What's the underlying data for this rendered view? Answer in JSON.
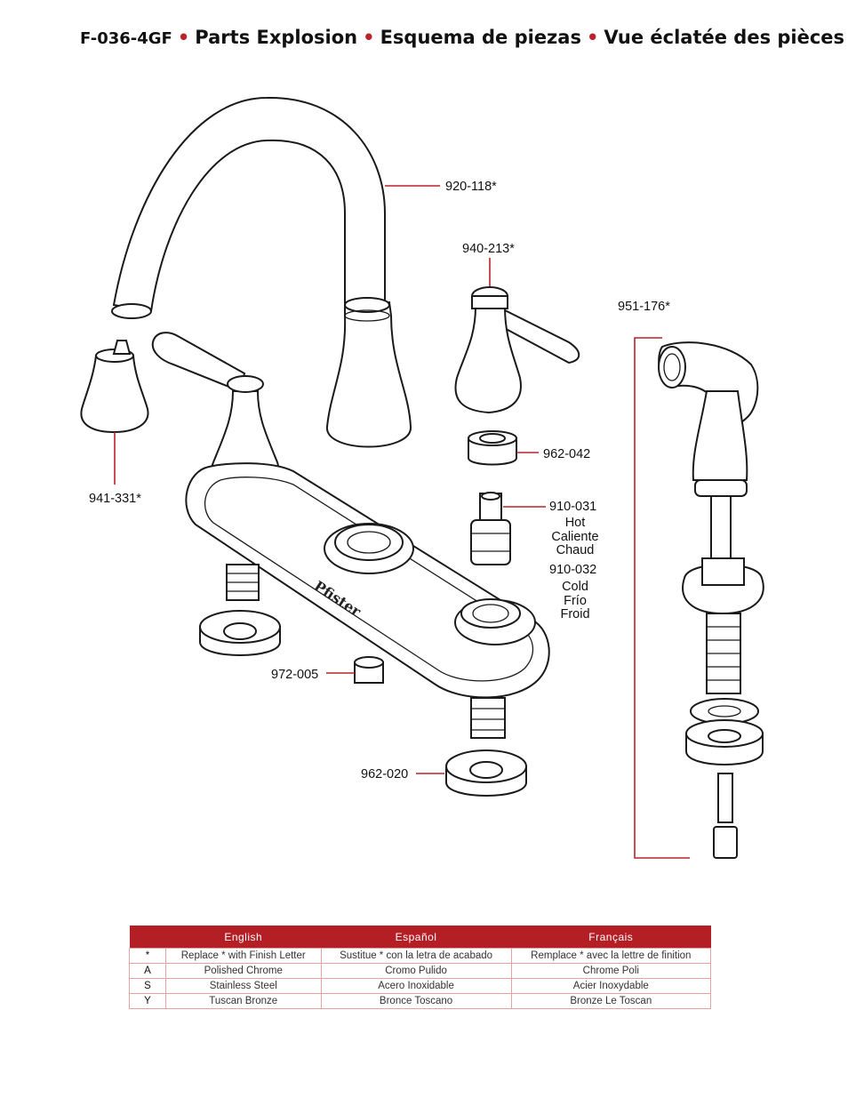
{
  "header": {
    "model": "F-036-4GF",
    "title_en": "Parts Explosion",
    "title_es": "Esquema de piezas",
    "title_fr": "Vue éclatée des pièces"
  },
  "parts": {
    "spout": "920-118*",
    "handle_right": "940-213*",
    "spray": "951-176*",
    "handle_left": "941-331*",
    "adapter": "962-042",
    "cartridge_hot": "910-031",
    "hot_en": "Hot",
    "hot_es": "Caliente",
    "hot_fr": "Chaud",
    "cartridge_cold": "910-032",
    "cold_en": "Cold",
    "cold_es": "Frío",
    "cold_fr": "Froid",
    "nut": "972-005",
    "mount_nut": "962-020"
  },
  "brand_mark": "Pfister",
  "finish_table": {
    "headers": [
      "",
      "English",
      "Español",
      "Français"
    ],
    "rows": [
      {
        "code": "*",
        "en": "Replace * with Finish Letter",
        "es": "Sustitue * con la letra de acabado",
        "fr": "Remplace * avec la lettre de finition"
      },
      {
        "code": "A",
        "en": "Polished Chrome",
        "es": "Cromo Pulido",
        "fr": "Chrome Poli"
      },
      {
        "code": "S",
        "en": "Stainless Steel",
        "es": "Acero Inoxidable",
        "fr": "Acier Inoxydable"
      },
      {
        "code": "Y",
        "en": "Tuscan Bronze",
        "es": "Bronce Toscano",
        "fr": "Bronze Le Toscan"
      }
    ]
  },
  "colors": {
    "accent": "#b8242a",
    "table_header": "#b31f24"
  }
}
